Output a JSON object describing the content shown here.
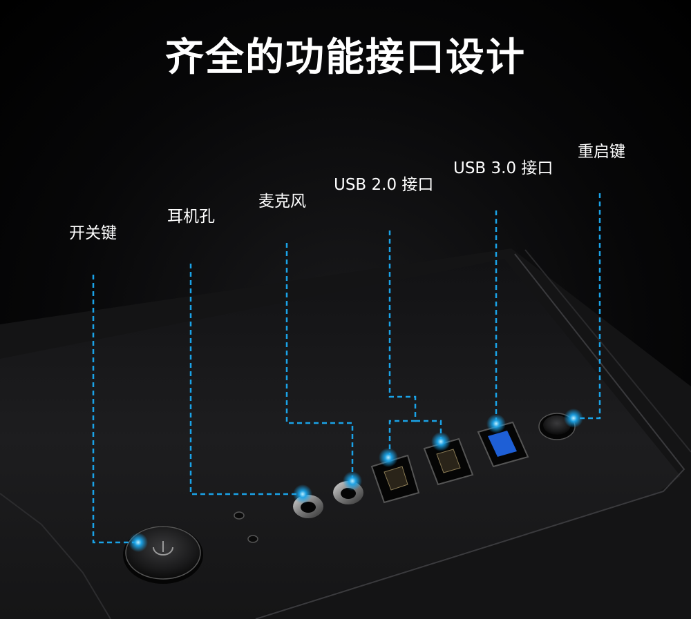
{
  "title": "齐全的功能接口设计",
  "labels": {
    "power": "开关键",
    "headphone": "耳机孔",
    "mic": "麦克风",
    "usb2": "USB 2.0 接口",
    "usb3": "USB 3.0 接口",
    "reset": "重启键"
  },
  "colors": {
    "accent": "#1aa3e8",
    "panel": "#1c1c1e",
    "usb3_port": "#1e5fd6"
  },
  "icons": [
    "power-icon"
  ]
}
